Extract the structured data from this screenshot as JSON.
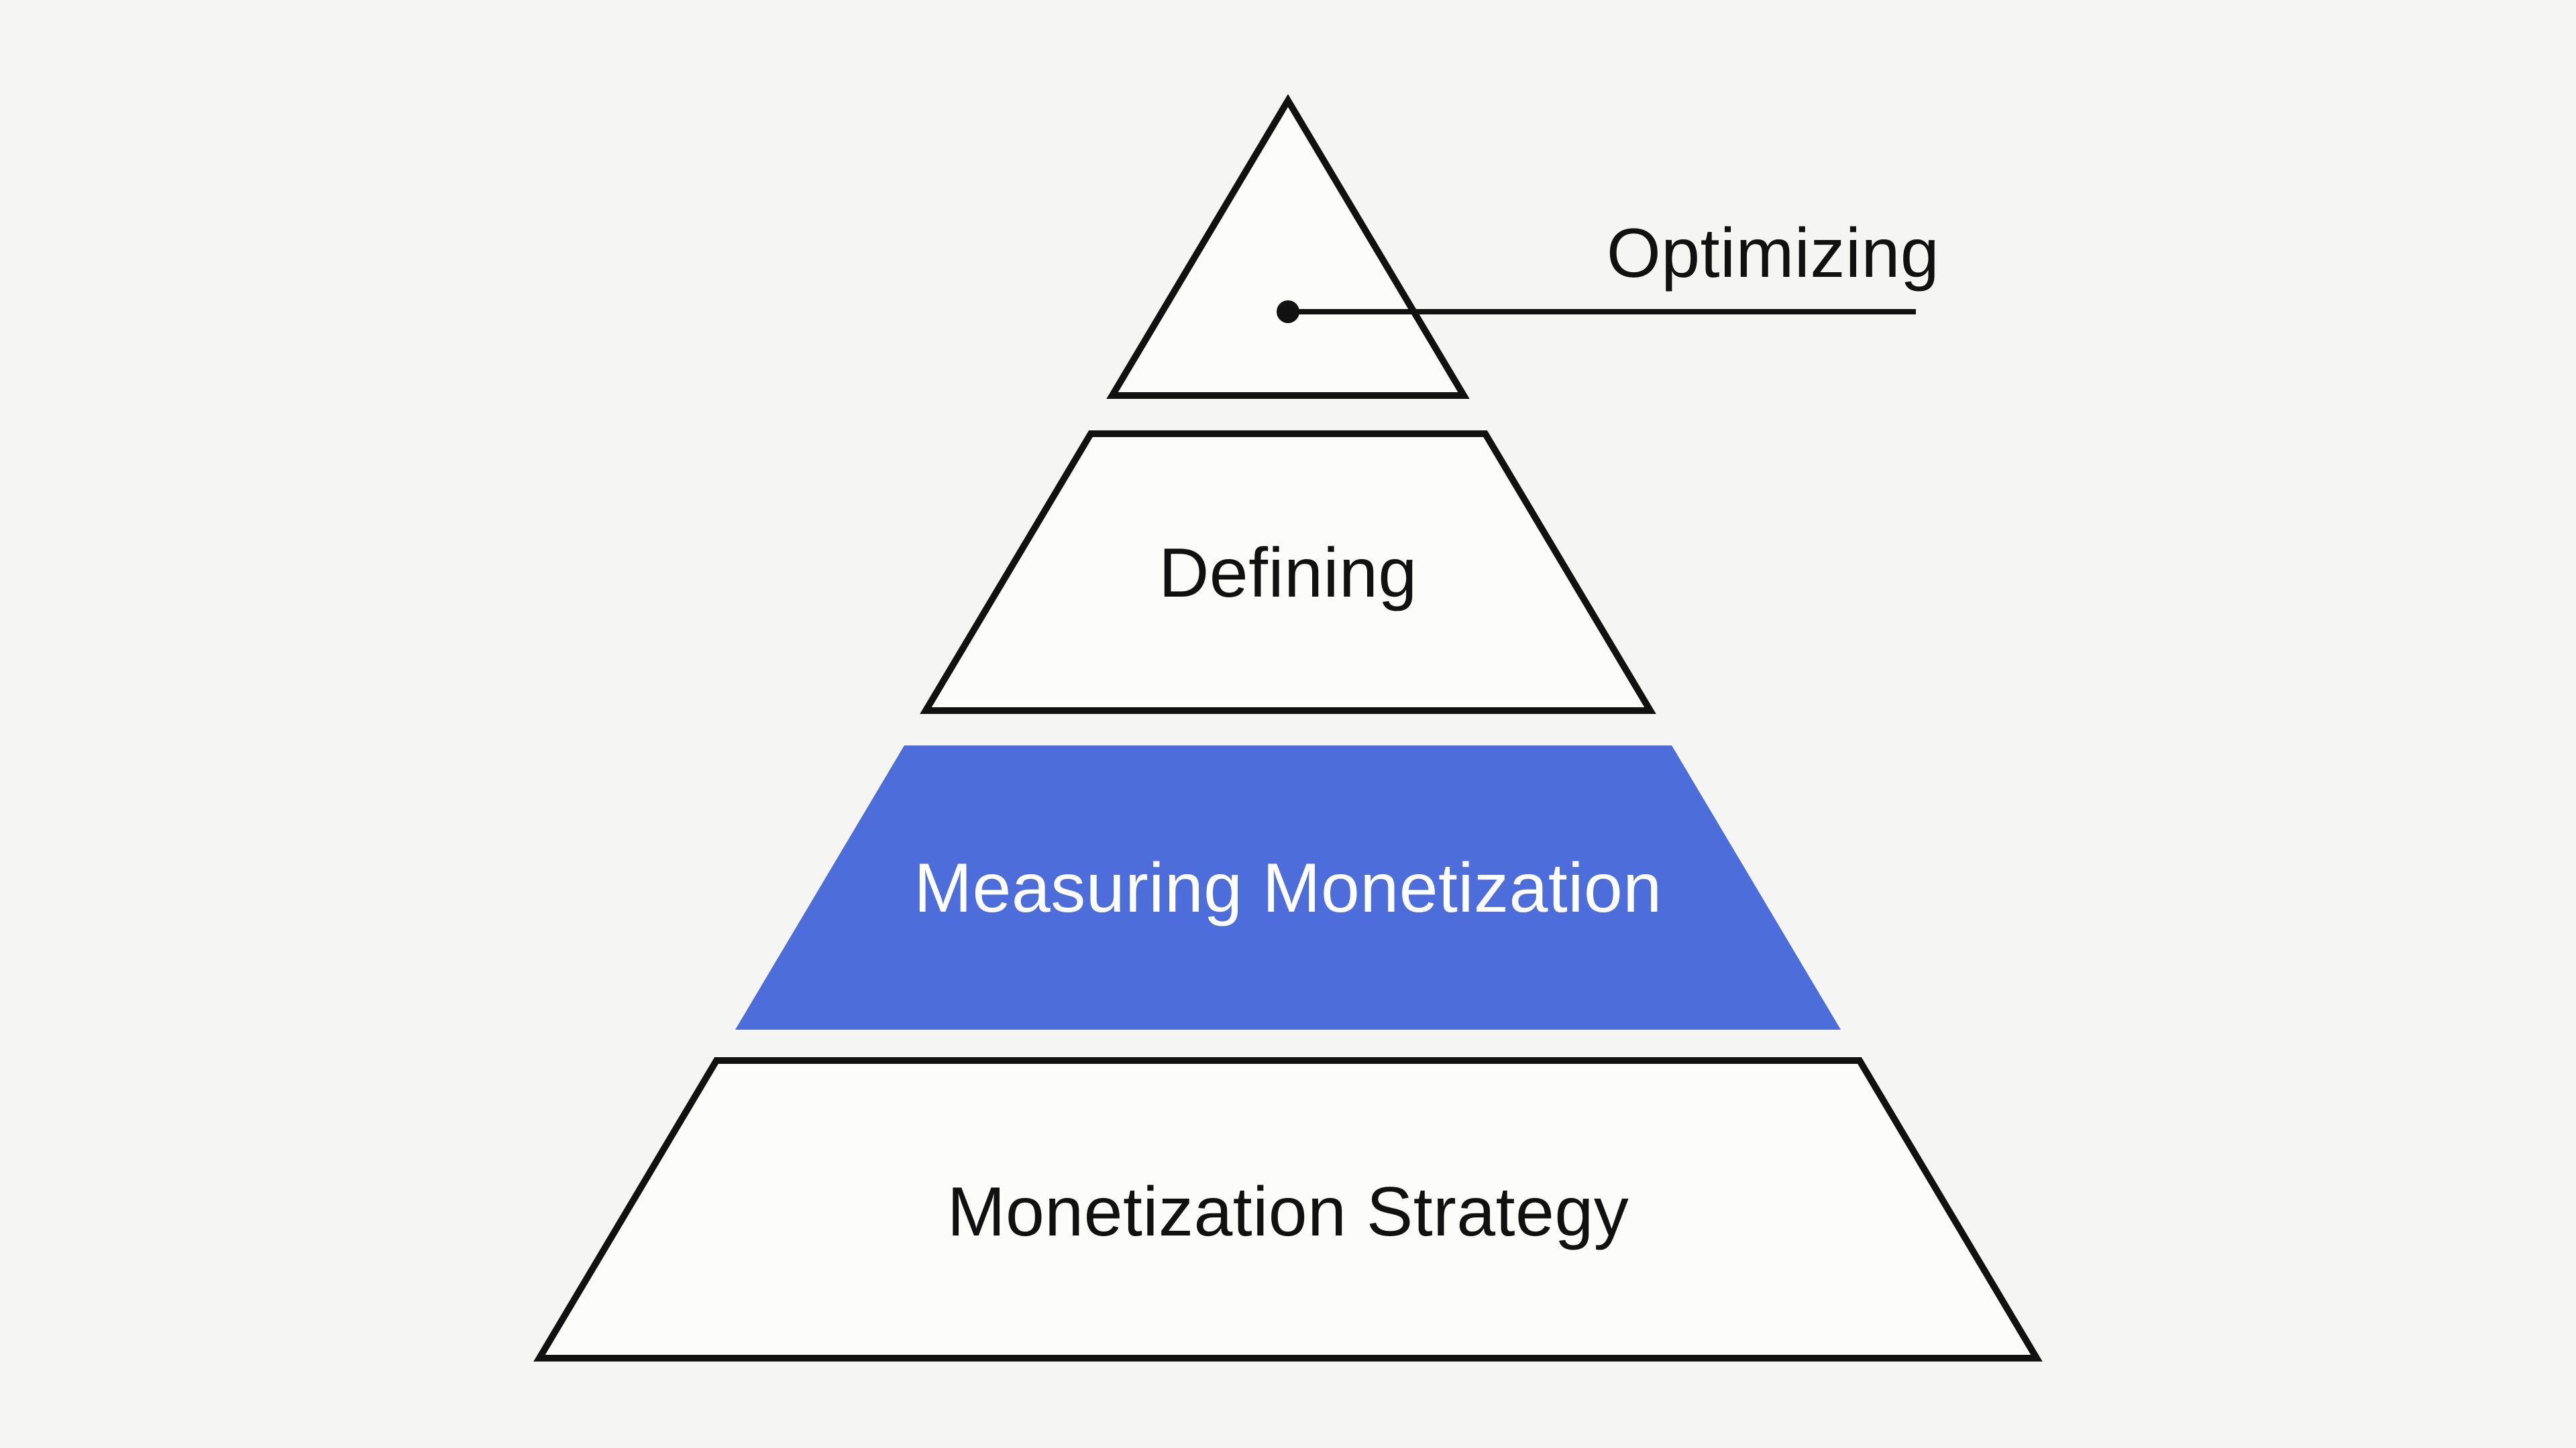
{
  "canvas": {
    "background_color": "#F5F5F3",
    "outline_color": "#111111"
  },
  "diagram": {
    "type": "pyramid",
    "level_count": 4,
    "highlight_color": "#4D6DDB",
    "levels": [
      {
        "id": "optimizing",
        "label": "Optimizing",
        "fill": "#FCFCFB",
        "text_color": "#111111",
        "label_placement": "external-right-callout",
        "highlighted": false
      },
      {
        "id": "defining",
        "label": "Defining",
        "fill": "#FCFCFB",
        "text_color": "#111111",
        "label_placement": "inside",
        "highlighted": false
      },
      {
        "id": "measuring-monetization",
        "label": "Measuring Monetization",
        "fill": "#4D6DDB",
        "text_color": "#FFFFFF",
        "label_placement": "inside",
        "highlighted": true
      },
      {
        "id": "monetization-strategy",
        "label": "Monetization Strategy",
        "fill": "#FCFCFB",
        "text_color": "#111111",
        "label_placement": "inside",
        "highlighted": false
      }
    ]
  }
}
